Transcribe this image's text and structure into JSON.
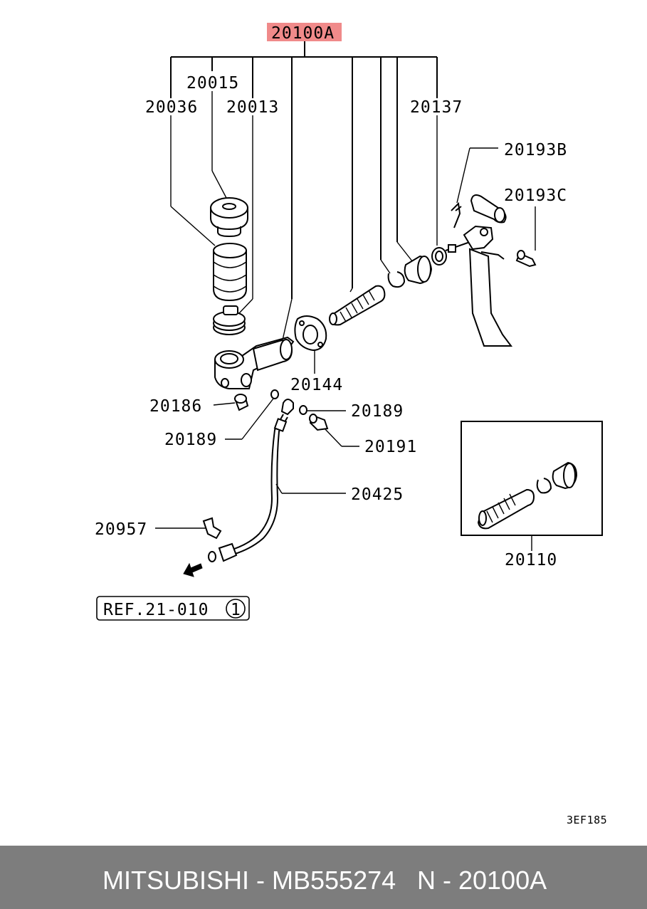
{
  "diagram": {
    "highlight_label": "20100A",
    "highlight_color": "#f08a8a",
    "labels": {
      "p20015": "20015",
      "p20036": "20036",
      "p20013": "20013",
      "p20137": "20137",
      "p20193b": "20193B",
      "p20193c": "20193C",
      "p20144": "20144",
      "p20186": "20186",
      "p20189a": "20189",
      "p20189b": "20189",
      "p20191": "20191",
      "p20425": "20425",
      "p20957": "20957",
      "p20110": "20110"
    },
    "reference": {
      "text": "REF.21-010",
      "circle": "1"
    },
    "diagram_code": "3EF185"
  },
  "footer": {
    "brand_line": "MITSUBISHI - MB555274",
    "number_line": "N - 20100A"
  }
}
